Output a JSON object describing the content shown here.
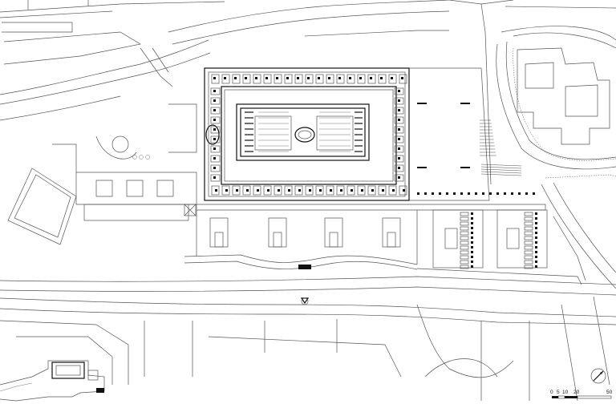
{
  "scale_bar": {
    "ticks": [
      "0",
      "5",
      "10",
      "20",
      "50"
    ]
  },
  "colors": {
    "line": "#555555",
    "building": "#111111",
    "background": "#ffffff"
  }
}
